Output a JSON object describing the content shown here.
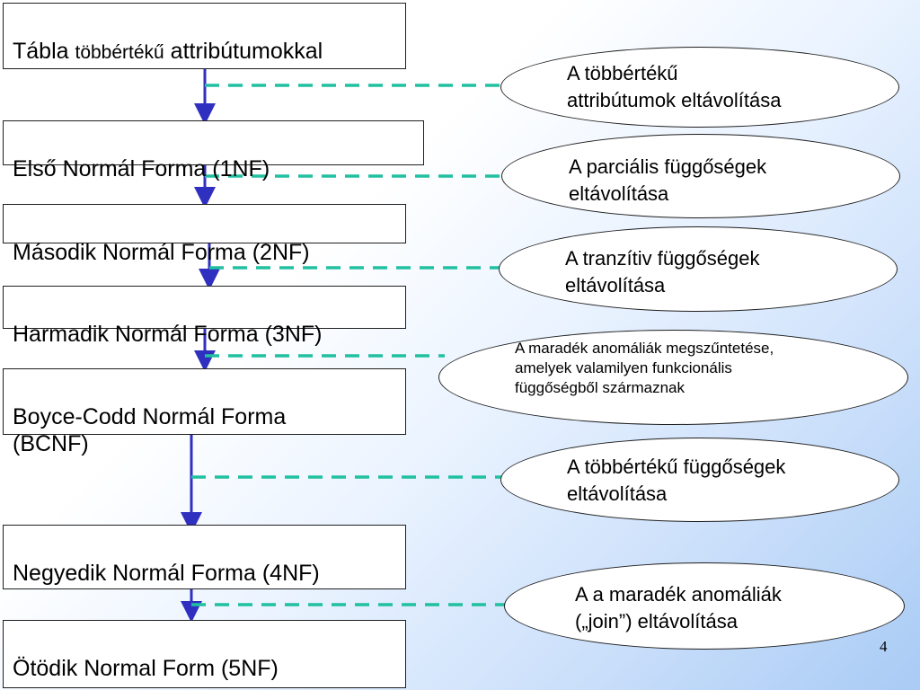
{
  "colors": {
    "arrow": "#3030c0",
    "dash": "#20c0a0"
  },
  "boxes": [
    {
      "id": "tabla",
      "prefix": "Tábla ",
      "small": "többértékű",
      "suffix": " attribútumokkal"
    },
    {
      "id": "1nf",
      "label": "Első Normál Forma (1NF)"
    },
    {
      "id": "2nf",
      "label": "Második Normál Forma (2NF)"
    },
    {
      "id": "3nf",
      "label": "Harmadik Normál Forma (3NF)"
    },
    {
      "id": "bcnf",
      "label": "Boyce-Codd Normál Forma\n(BCNF)"
    },
    {
      "id": "4nf",
      "label": "Negyedik Normál Forma (4NF)"
    },
    {
      "id": "5nf",
      "label": "Ötödik Normal Form (5NF)"
    }
  ],
  "notes": [
    "A többértékű\nattribútumok eltávolítása",
    "A parciális függőségek\neltávolítása",
    "A tranzítiv függőségek\neltávolítása",
    "A maradék anomáliák megszűntetése,\namelyek valamilyen funkcionális\nfüggőségből származnak",
    "A többértékű függőségek\neltávolítása",
    "A a maradék anomáliák\n(„join”) eltávolítása"
  ],
  "page_number": "4"
}
